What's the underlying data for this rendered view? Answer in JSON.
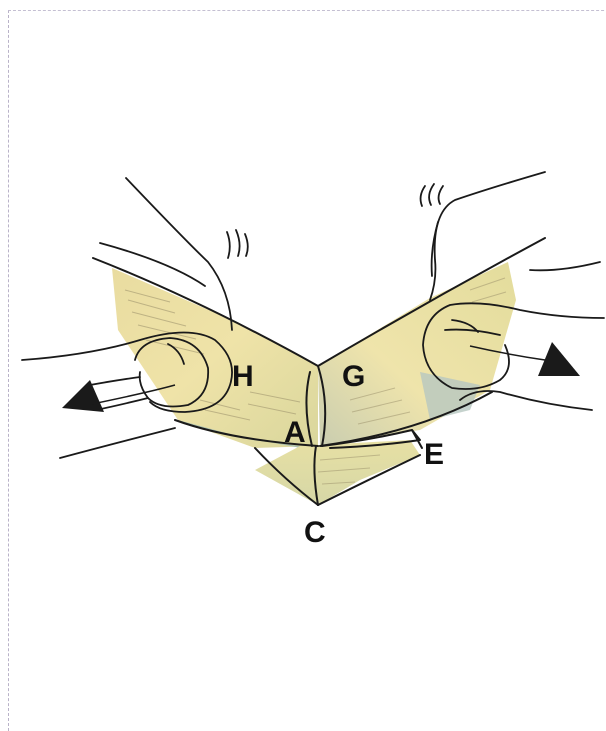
{
  "figure": {
    "labels": {
      "h": "H",
      "g": "G",
      "a": "A",
      "e": "E",
      "c": "C"
    },
    "colors": {
      "paper": "#eadfa8",
      "paper_shadow": "#d8d49a",
      "paper_blue": "#b9c7b8",
      "ink": "#1a1a1a",
      "frame": "#c4bfd2"
    },
    "icons": {
      "left_arrow": "triangle-left-arrow-icon",
      "right_arrow": "triangle-right-arrow-icon"
    }
  }
}
